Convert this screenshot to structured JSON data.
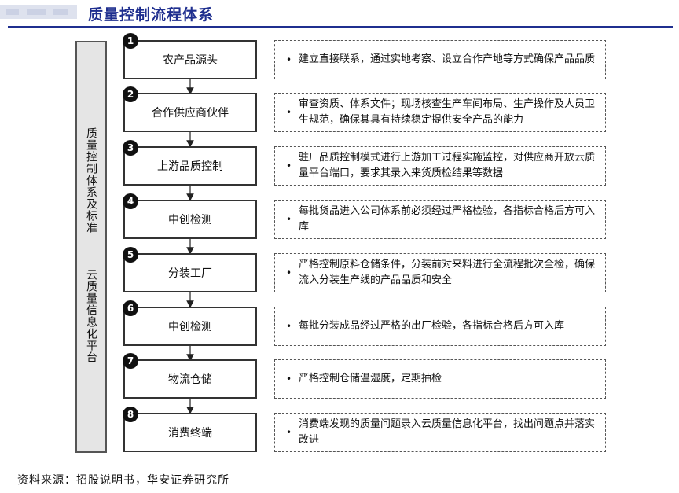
{
  "title": "质量控制流程体系",
  "side_panel": {
    "label_top": "质量控制体系及标准",
    "label_bottom": "云质量信息化平台"
  },
  "steps": [
    {
      "number": "1",
      "name": "农产品源头",
      "desc": "建立直接联系，通过实地考察、设立合作产地等方式确保产品品质"
    },
    {
      "number": "2",
      "name": "合作供应商伙伴",
      "desc": "审查资质、体系文件；现场核查生产车间布局、生产操作及人员卫生规范，确保其具有持续稳定提供安全产品的能力"
    },
    {
      "number": "3",
      "name": "上游品质控制",
      "desc": "驻厂品质控制模式进行上游加工过程实施监控，对供应商开放云质量平台端口，要求其录入来货质检结果等数据"
    },
    {
      "number": "4",
      "name": "中创检测",
      "desc": "每批货品进入公司体系前必须经过严格检验，各指标合格后方可入库"
    },
    {
      "number": "5",
      "name": "分装工厂",
      "desc": "严格控制原料仓储条件，分装前对来料进行全流程批次全检，确保流入分装生产线的产品品质和安全"
    },
    {
      "number": "6",
      "name": "中创检测",
      "desc": "每批分装成品经过严格的出厂检验，各指标合格后方可入库"
    },
    {
      "number": "7",
      "name": "物流仓储",
      "desc": "严格控制仓储温湿度，定期抽检"
    },
    {
      "number": "8",
      "name": "消费终端",
      "desc": "消费端发现的质量问题录入云质量信息化平台，找出问题点并落实改进"
    }
  ],
  "bullet_symbol": "•",
  "source": "资料来源：招股说明书，华安证券研究所",
  "colors": {
    "title": "#1f2f8f",
    "side_panel_fill": "#e5e5e5",
    "box_border": "#333333",
    "badge_fill": "#111111"
  }
}
